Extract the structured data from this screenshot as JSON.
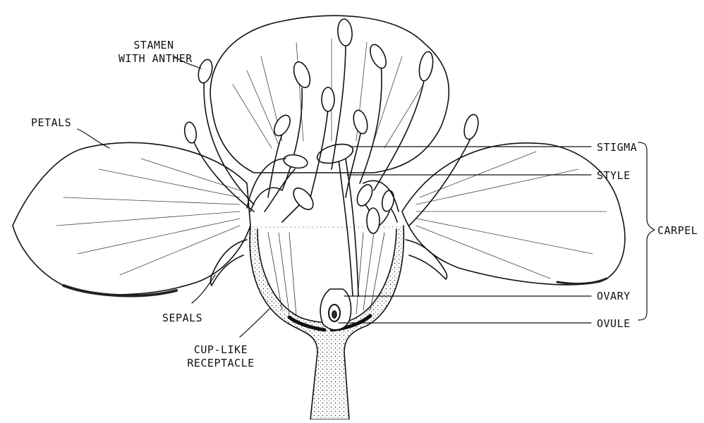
{
  "labels": {
    "stamen_line1": "STAMEN",
    "stamen_line2": "WITH ANTHER",
    "petals": "PETALS",
    "sepals": "SEPALS",
    "receptacle_line1": "CUP-LIKE",
    "receptacle_line2": "RECEPTACLE",
    "stigma": "STIGMA",
    "style": "STYLE",
    "carpel": "CARPEL",
    "ovary": "OVARY",
    "ovule": "OVULE"
  },
  "colors": {
    "ink": "#111111",
    "background": "#ffffff"
  }
}
